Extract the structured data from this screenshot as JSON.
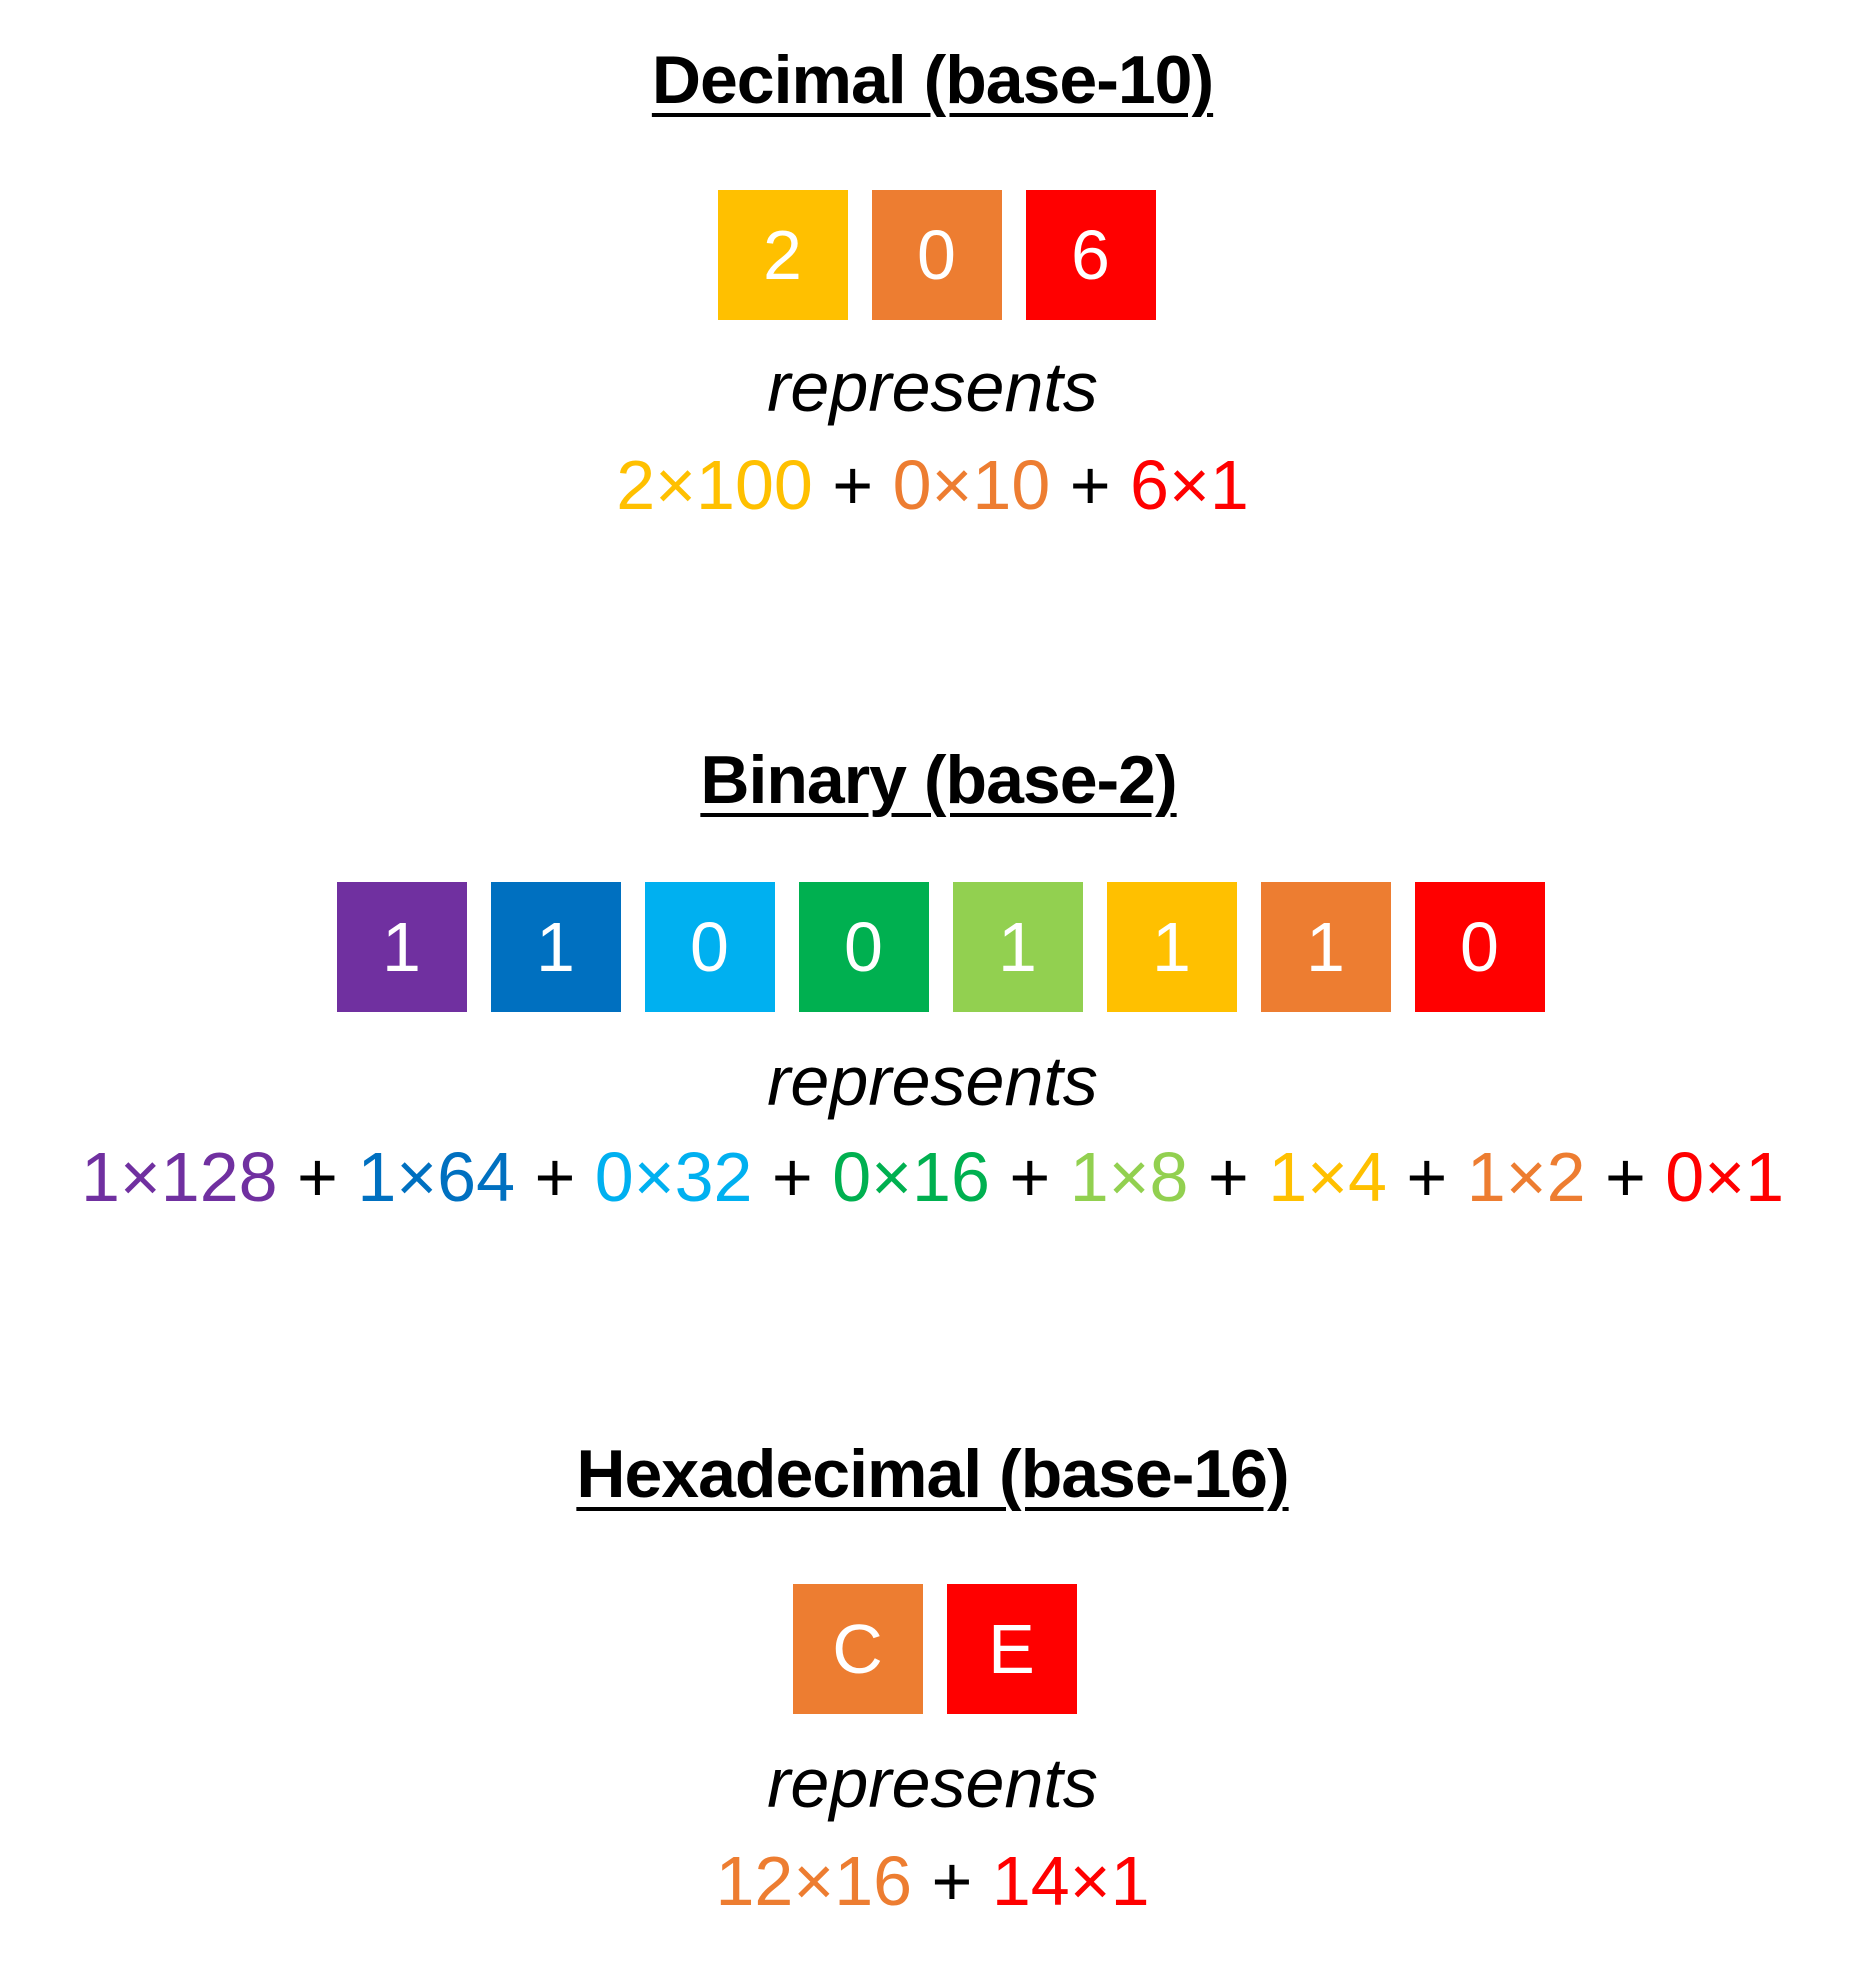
{
  "sections": [
    {
      "title": "Decimal (base-10)",
      "digits": [
        {
          "char": "2",
          "color": "#FFC000"
        },
        {
          "char": "0",
          "color": "#ED7D31"
        },
        {
          "char": "6",
          "color": "#FF0000"
        }
      ],
      "represents": "represents",
      "terms": [
        {
          "text": "2×100",
          "color": "#FFC000"
        },
        {
          "text": "0×10",
          "color": "#ED7D31"
        },
        {
          "text": "6×1",
          "color": "#FF0000"
        }
      ]
    },
    {
      "title": "Binary (base-2)",
      "digits": [
        {
          "char": "1",
          "color": "#7030A0"
        },
        {
          "char": "1",
          "color": "#0070C0"
        },
        {
          "char": "0",
          "color": "#00B0F0"
        },
        {
          "char": "0",
          "color": "#00B050"
        },
        {
          "char": "1",
          "color": "#92D050"
        },
        {
          "char": "1",
          "color": "#FFC000"
        },
        {
          "char": "1",
          "color": "#ED7D31"
        },
        {
          "char": "0",
          "color": "#FF0000"
        }
      ],
      "represents": "represents",
      "terms": [
        {
          "text": "1×128",
          "color": "#7030A0"
        },
        {
          "text": "1×64",
          "color": "#0070C0"
        },
        {
          "text": "0×32",
          "color": "#00B0F0"
        },
        {
          "text": "0×16",
          "color": "#00B050"
        },
        {
          "text": "1×8",
          "color": "#92D050"
        },
        {
          "text": "1×4",
          "color": "#FFC000"
        },
        {
          "text": "1×2",
          "color": "#ED7D31"
        },
        {
          "text": "0×1",
          "color": "#FF0000"
        }
      ]
    },
    {
      "title": "Hexadecimal (base-16)",
      "digits": [
        {
          "char": "C",
          "color": "#ED7D31"
        },
        {
          "char": "E",
          "color": "#FF0000"
        }
      ],
      "represents": "represents",
      "terms": [
        {
          "text": "12×16",
          "color": "#ED7D31"
        },
        {
          "text": "14×1",
          "color": "#FF0000"
        }
      ]
    }
  ],
  "operator": "+"
}
